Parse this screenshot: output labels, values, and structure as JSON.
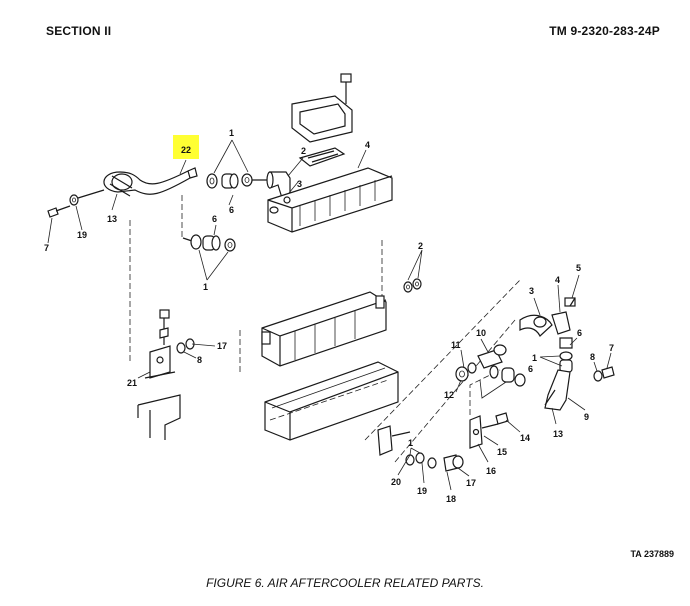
{
  "header": {
    "section": "SECTION II",
    "tm_number": "TM 9-2320-283-24P"
  },
  "figure": {
    "caption": "FIGURE 6.  AIR AFTERCOOLER RELATED PARTS.",
    "code": "TA 237889",
    "highlight_color": "#ffff33",
    "callouts": {
      "c22": "22",
      "c1a": "1",
      "c2a": "2",
      "c3a": "3",
      "c4a": "4",
      "c6a": "6",
      "c13a": "13",
      "c19a": "19",
      "c7a": "7",
      "c6b": "6",
      "c1b": "1",
      "c2b": "2",
      "c17a": "17",
      "c8a": "8",
      "c21": "21",
      "c3b": "3",
      "c4b": "4",
      "c5": "5",
      "c10": "10",
      "c11": "11",
      "c12": "12",
      "c1c": "1",
      "c6c": "6",
      "c8b": "8",
      "c7b": "7",
      "c9": "9",
      "c13b": "13",
      "c14": "14",
      "c15": "15",
      "c16": "16",
      "c17b": "17",
      "c18": "18",
      "c19b": "19",
      "c20": "20",
      "c1d": "1",
      "c6d": "6"
    }
  }
}
